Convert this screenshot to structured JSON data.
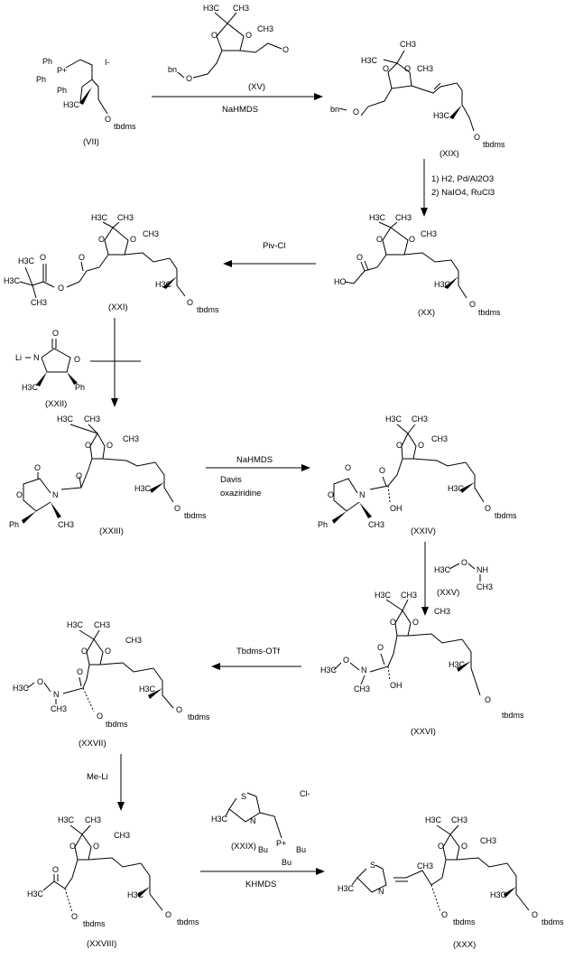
{
  "compounds": {
    "VII": {
      "label": "(VII)",
      "atoms": [
        "Ph",
        "P+",
        "Ph",
        "Ph",
        "I-",
        "H3C",
        "O",
        "tbdms"
      ]
    },
    "XV": {
      "label": "(XV)",
      "atoms": [
        "H3C",
        "CH3",
        "O",
        "O",
        "CH3",
        "O",
        "bn",
        "O"
      ]
    },
    "XIX": {
      "label": "(XIX)",
      "atoms": [
        "H3C",
        "CH3",
        "O",
        "O",
        "CH3",
        "bn",
        "O",
        "H3C",
        "O",
        "tbdms"
      ]
    },
    "XX": {
      "label": "(XX)",
      "atoms": [
        "H3C",
        "CH3",
        "O",
        "O",
        "CH3",
        "O",
        "HO",
        "H3C",
        "O",
        "tbdms"
      ]
    },
    "XXI": {
      "label": "(XXI)",
      "atoms": [
        "H3C",
        "CH3",
        "O",
        "O",
        "CH3",
        "H3C",
        "H3C",
        "CH3",
        "O",
        "O",
        "O",
        "H3C",
        "O",
        "tbdms"
      ]
    },
    "XXII": {
      "label": "(XXII)",
      "atoms": [
        "O",
        "Li",
        "N",
        "O",
        "H3C",
        "Ph"
      ]
    },
    "XXIII": {
      "label": "(XXIII)",
      "atoms": [
        "H3C",
        "CH3",
        "O",
        "O",
        "CH3",
        "O",
        "O",
        "N",
        "O",
        "Ph",
        "CH3",
        "H3C",
        "O",
        "tbdms"
      ]
    },
    "XXIV": {
      "label": "(XXIV)",
      "atoms": [
        "H3C",
        "CH3",
        "O",
        "O",
        "CH3",
        "O",
        "O",
        "N",
        "O",
        "Ph",
        "CH3",
        "OH",
        "H3C",
        "O",
        "tbdms"
      ]
    },
    "XXV": {
      "label": "(XXV)",
      "atoms": [
        "H3C",
        "O",
        "NH",
        "CH3"
      ]
    },
    "XXVI": {
      "label": "(XXVI)",
      "atoms": [
        "H3C",
        "CH3",
        "O",
        "O",
        "CH3",
        "O",
        "H3C",
        "O",
        "N",
        "CH3",
        "OH",
        "H3C",
        "O",
        "tbdms"
      ]
    },
    "XXVII": {
      "label": "(XXVII)",
      "atoms": [
        "H3C",
        "CH3",
        "O",
        "O",
        "CH3",
        "O",
        "H3C",
        "O",
        "N",
        "CH3",
        "O",
        "tbdms",
        "H3C",
        "O",
        "tbdms"
      ]
    },
    "XXVIII": {
      "label": "(XXVIII)",
      "atoms": [
        "H3C",
        "CH3",
        "O",
        "O",
        "CH3",
        "O",
        "H3C",
        "O",
        "tbdms",
        "H3C",
        "O",
        "tbdms"
      ]
    },
    "XXIX": {
      "label": "(XXIX)",
      "atoms": [
        "S",
        "H3C",
        "N",
        "Cl-",
        "P+",
        "Bu",
        "Bu",
        "Bu"
      ]
    },
    "XXX": {
      "label": "(XXX)",
      "atoms": [
        "H3C",
        "CH3",
        "O",
        "O",
        "CH3",
        "S",
        "CH3",
        "H3C",
        "N",
        "O",
        "tbdms",
        "H3C",
        "O",
        "tbdms"
      ]
    }
  },
  "reagents": {
    "r1": "NaHMDS",
    "r2_line1": "1) H2, Pd/Al2O3",
    "r2_line2": "2) NaIO4, RuCl3",
    "r3": "Piv-Cl",
    "r4_line1": "NaHMDS",
    "r4_line2": "Davis",
    "r4_line3": "oxaziridine",
    "r5": "Tbdms-OTf",
    "r6": "Me-Li",
    "r7": "KHMDS"
  }
}
